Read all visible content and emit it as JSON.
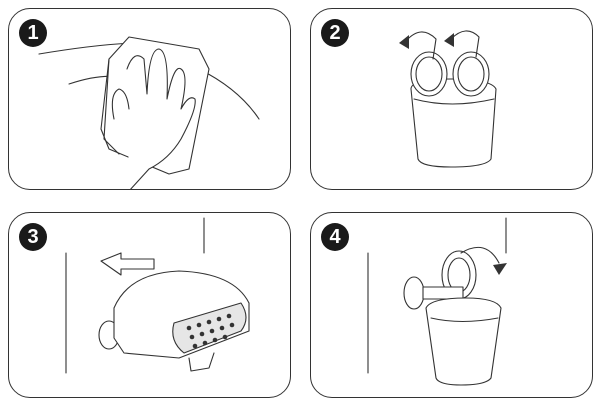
{
  "steps": [
    {
      "number": "1",
      "action": "wipe-surface"
    },
    {
      "number": "2",
      "action": "attach-suction-cups"
    },
    {
      "number": "3",
      "action": "press-onto-wall"
    },
    {
      "number": "4",
      "action": "turn-to-lock"
    }
  ]
}
